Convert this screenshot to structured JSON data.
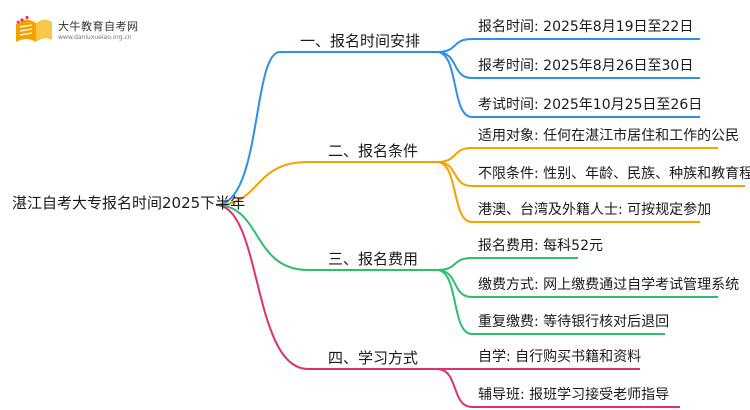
{
  "site": {
    "title": "大牛教育自考网",
    "url": "www.daniuxueiao.org.cn"
  },
  "root": {
    "label": "湛江自考大专报名时间2025下半年"
  },
  "branches": [
    {
      "label": "一、报名时间安排",
      "color": "#2f8fe8",
      "leaves": [
        "报名时间: 2025年8月19日至22日",
        "报考时间: 2025年8月26日至30日",
        "考试时间: 2025年10月25日至26日"
      ]
    },
    {
      "label": "二、报名条件",
      "color": "#f3a200",
      "leaves": [
        "适用对象: 任何在湛江市居住和工作的公民",
        "不限条件: 性别、年龄、民族、种族和教育程度",
        "港澳、台湾及外籍人士: 可按规定参加"
      ]
    },
    {
      "label": "三、报名费用",
      "color": "#2dbf6f",
      "leaves": [
        "报名费用: 每科52元",
        "缴费方式: 网上缴费通过自学考试管理系统",
        "重复缴费: 等待银行核对后退回"
      ]
    },
    {
      "label": "四、学习方式",
      "color": "#e0316b",
      "leaves": [
        "自学: 自行购买书籍和资料",
        "辅导班: 报班学习接受老师指导"
      ]
    }
  ]
}
